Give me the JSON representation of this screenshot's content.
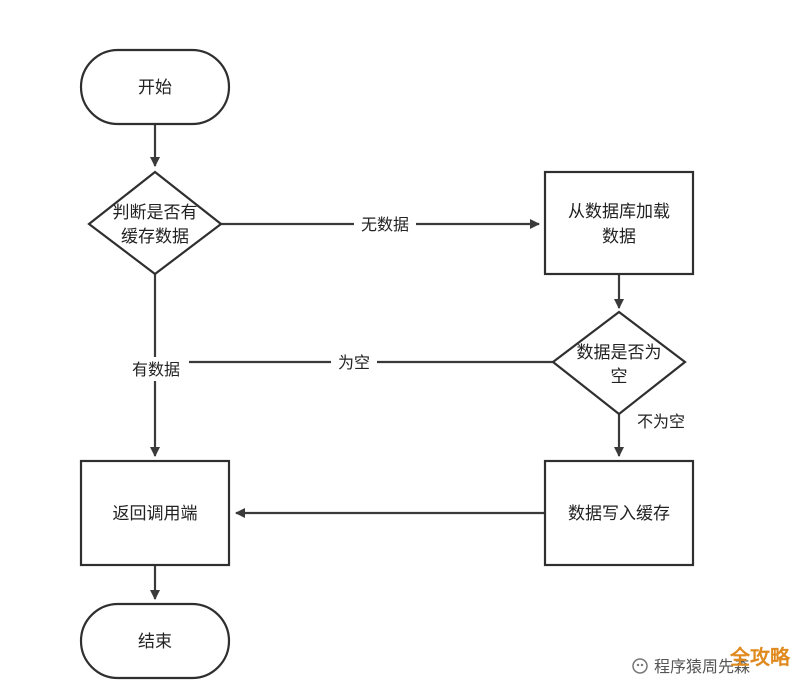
{
  "nodes": {
    "start": "开始",
    "check_cache_line1": "判断是否有",
    "check_cache_line2": "缓存数据",
    "load_db_line1": "从数据库加载",
    "load_db_line2": "数据",
    "check_empty_line1": "数据是否为",
    "check_empty_line2": "空",
    "return_caller": "返回调用端",
    "write_cache": "数据写入缓存",
    "end": "结束"
  },
  "edges": {
    "no_data": "无数据",
    "has_data": "有数据",
    "is_empty": "为空",
    "not_empty": "不为空"
  },
  "watermark": {
    "text": "程序猿周先森",
    "brand": "全攻略"
  },
  "colors": {
    "stroke": "#2f2f2f",
    "background": "#ffffff",
    "brand": "#e08a1e"
  }
}
